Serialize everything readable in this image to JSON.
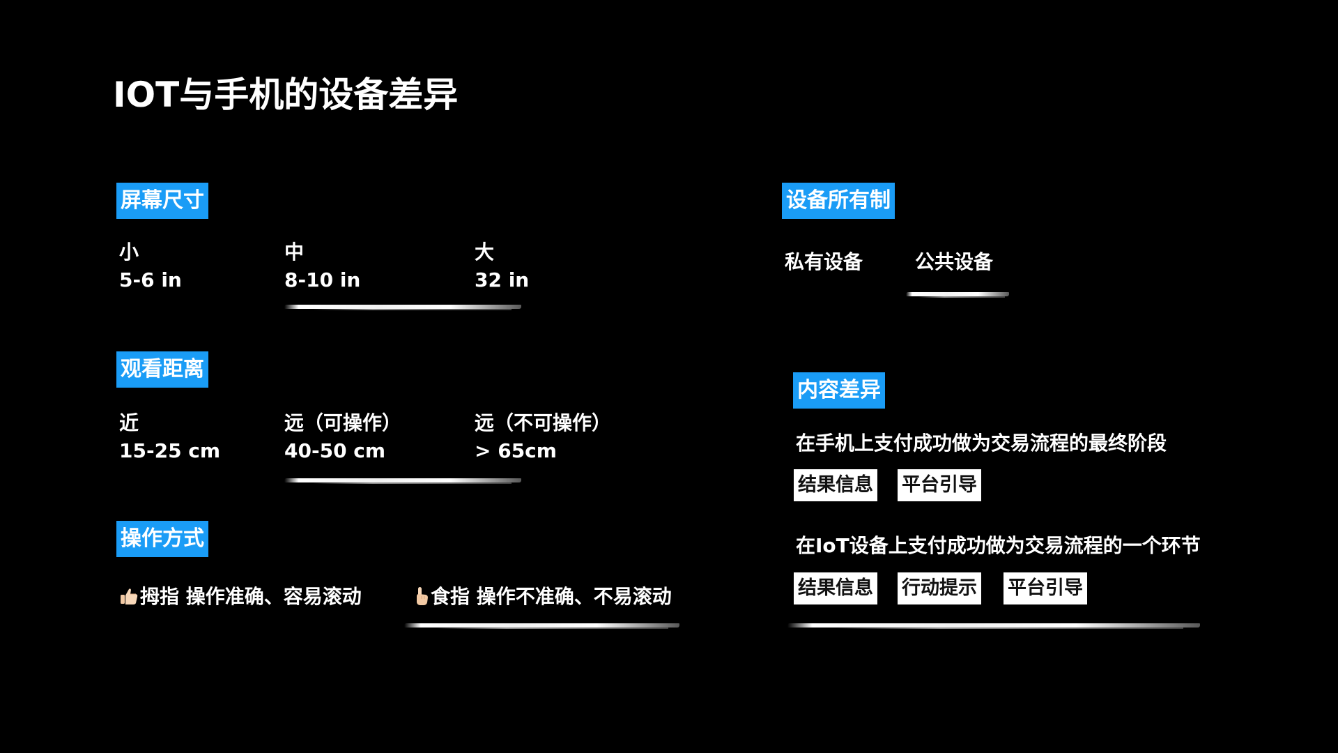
{
  "title": "IOT与手机的设备差异",
  "screen_size": {
    "tag": "屏幕尺寸",
    "items": [
      {
        "label": "小",
        "value": "5-6 in"
      },
      {
        "label": "中",
        "value": "8-10 in"
      },
      {
        "label": "大",
        "value": "32 in"
      }
    ]
  },
  "viewing_distance": {
    "tag": "观看距离",
    "items": [
      {
        "label": "近",
        "value": "15-25 cm"
      },
      {
        "label": "远（可操作）",
        "value": "40-50 cm"
      },
      {
        "label": "远（不可操作）",
        "value": "> 65cm"
      }
    ]
  },
  "operation": {
    "tag": "操作方式",
    "items": [
      {
        "icon": "thumbs-up-icon",
        "text": "拇指 操作准确、容易滚动"
      },
      {
        "icon": "pointing-up-icon",
        "text": "食指 操作不准确、不易滚动"
      }
    ]
  },
  "ownership": {
    "tag": "设备所有制",
    "items": [
      "私有设备",
      "公共设备"
    ]
  },
  "content": {
    "tag": "内容差异",
    "phone_desc": "在手机上支付成功做为交易流程的最终阶段",
    "phone_chips": [
      "结果信息",
      "平台引导"
    ],
    "iot_desc": "在IoT设备上支付成功做为交易流程的一个环节",
    "iot_chips": [
      "结果信息",
      "行动提示",
      "平台引导"
    ]
  },
  "colors": {
    "background": "#000000",
    "tag_blue": "#1a9cf6",
    "text": "#ffffff",
    "chip_bg": "#ffffff"
  }
}
